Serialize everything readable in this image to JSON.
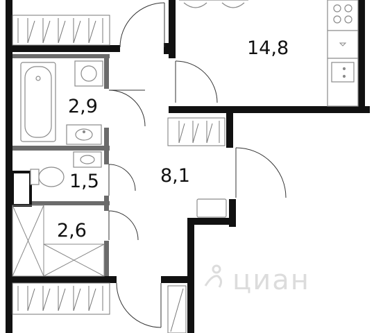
{
  "plan": {
    "rooms": [
      {
        "id": "kitchen",
        "area": "14,8"
      },
      {
        "id": "bathroom",
        "area": "2,9"
      },
      {
        "id": "toilet",
        "area": "1,5"
      },
      {
        "id": "hall",
        "area": "8,1"
      },
      {
        "id": "storage",
        "area": "2,6"
      }
    ],
    "watermark": "циан"
  },
  "colors": {
    "wall": "#111111",
    "partition": "#6b6b6b",
    "fixture": "#8a8a8a",
    "background": "#ffffff"
  }
}
